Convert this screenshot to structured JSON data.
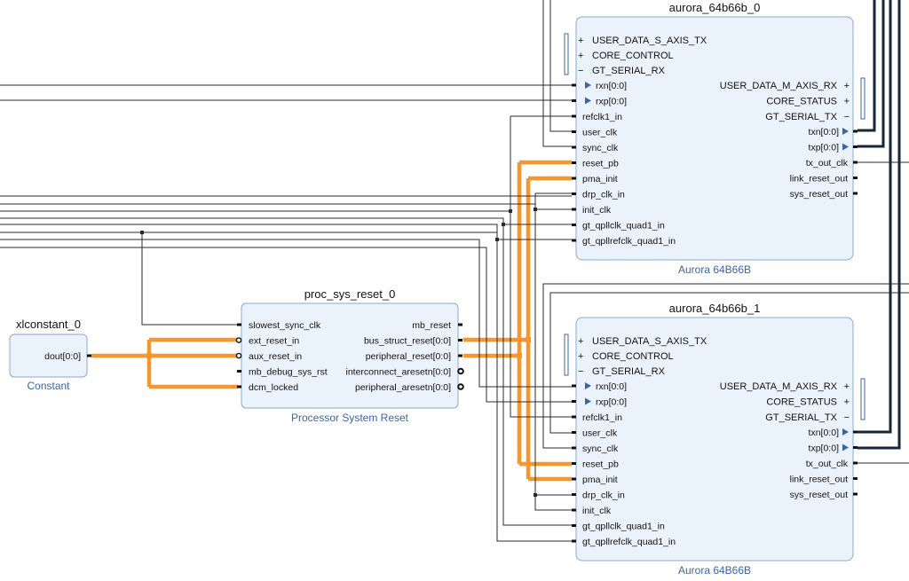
{
  "blocks": {
    "aurora0": {
      "title": "aurora_64b66b_0",
      "subtitle": "Aurora 64B66B",
      "left_ifaces": [
        "USER_DATA_S_AXIS_TX",
        "CORE_CONTROL",
        "GT_SERIAL_RX"
      ],
      "left_ports": [
        "rxn[0:0]",
        "rxp[0:0]",
        "refclk1_in",
        "user_clk",
        "sync_clk",
        "reset_pb",
        "pma_init",
        "drp_clk_in",
        "init_clk",
        "gt_qpllclk_quad1_in",
        "gt_qpllrefclk_quad1_in"
      ],
      "right_ifaces": [
        "USER_DATA_M_AXIS_RX",
        "CORE_STATUS",
        "GT_SERIAL_TX"
      ],
      "right_ports": [
        "txn[0:0]",
        "txp[0:0]",
        "tx_out_clk",
        "link_reset_out",
        "sys_reset_out"
      ]
    },
    "aurora1": {
      "title": "aurora_64b66b_1",
      "subtitle": "Aurora 64B66B",
      "left_ifaces": [
        "USER_DATA_S_AXIS_TX",
        "CORE_CONTROL",
        "GT_SERIAL_RX"
      ],
      "left_ports": [
        "rxn[0:0]",
        "rxp[0:0]",
        "refclk1_in",
        "user_clk",
        "sync_clk",
        "reset_pb",
        "pma_init",
        "drp_clk_in",
        "init_clk",
        "gt_qpllclk_quad1_in",
        "gt_qpllrefclk_quad1_in"
      ],
      "right_ifaces": [
        "USER_DATA_M_AXIS_RX",
        "CORE_STATUS",
        "GT_SERIAL_TX"
      ],
      "right_ports": [
        "txn[0:0]",
        "txp[0:0]",
        "tx_out_clk",
        "link_reset_out",
        "sys_reset_out"
      ]
    },
    "reset": {
      "title": "proc_sys_reset_0",
      "subtitle": "Processor System Reset",
      "left_ports": [
        "slowest_sync_clk",
        "ext_reset_in",
        "aux_reset_in",
        "mb_debug_sys_rst",
        "dcm_locked"
      ],
      "right_ports": [
        "mb_reset",
        "bus_struct_reset[0:0]",
        "peripheral_reset[0:0]",
        "interconnect_aresetn[0:0]",
        "peripheral_aresetn[0:0]"
      ]
    },
    "const": {
      "title": "xlconstant_0",
      "subtitle": "Constant",
      "right_ports": [
        "dout[0:0]"
      ]
    }
  },
  "colors": {
    "block_fill": "#eaf3fc",
    "block_border": "#8aa8cc",
    "wire": "#2b2b2b",
    "bus_wire": "#18263a",
    "highlight_wire": "#f7962f",
    "subtitle": "#3b64a8",
    "iface_icon": "#3b64a8"
  }
}
